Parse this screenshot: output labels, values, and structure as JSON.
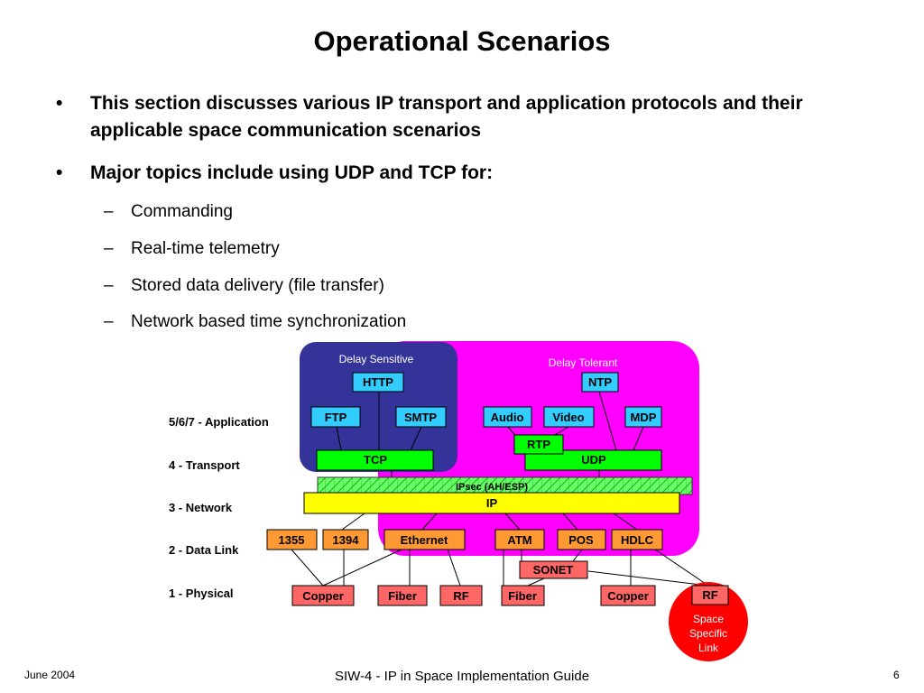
{
  "slide": {
    "title": "Operational Scenarios",
    "bullets": [
      "This section discusses various IP transport and application protocols and their applicable space communication scenarios",
      "Major topics include using UDP and TCP for:"
    ],
    "bullet_char": "•",
    "dash_char": "–",
    "subitems": [
      "Commanding",
      "Real-time telemetry",
      "Stored data delivery (file transfer)",
      "Network based time synchronization"
    ]
  },
  "diagram": {
    "delay_sensitive_label": "Delay Sensitive",
    "delay_tolerant_label": "Delay Tolerant",
    "layers": {
      "application": "5/6/7 - Application",
      "transport": "4 - Transport",
      "network": "3 - Network",
      "data_link": "2 - Data Link",
      "physical": "1 - Physical"
    },
    "app": {
      "http": "HTTP",
      "ftp": "FTP",
      "smtp": "SMTP",
      "ntp": "NTP",
      "audio": "Audio",
      "video": "Video",
      "mdp": "MDP",
      "rtp": "RTP"
    },
    "transport": {
      "tcp": "TCP",
      "udp": "UDP"
    },
    "network": {
      "ipsec": "IPsec (AH/ESP)",
      "ip": "IP"
    },
    "datalink": {
      "d1355": "1355",
      "d1394": "1394",
      "ethernet": "Ethernet",
      "atm": "ATM",
      "pos": "POS",
      "hdlc": "HDLC",
      "sonet": "SONET"
    },
    "physical": {
      "copper1": "Copper",
      "fiber1": "Fiber",
      "rf1": "RF",
      "fiber2": "Fiber",
      "copper2": "Copper",
      "rf2": "RF"
    },
    "space_specific": [
      "Space",
      "Specific",
      "Link"
    ],
    "colors": {
      "delay_sensitive": "#333399",
      "delay_tolerant": "#ff00ff",
      "app_box": "#33ccff",
      "transport_box": "#00ff00",
      "ip_box": "#ffff00",
      "datalink_box": "#ff9933",
      "physical_box": "#ff6666",
      "space_link": "#ff0000"
    }
  },
  "footer": {
    "left": "June 2004",
    "center": "SIW-4 - IP in Space Implementation Guide",
    "right": "6"
  }
}
